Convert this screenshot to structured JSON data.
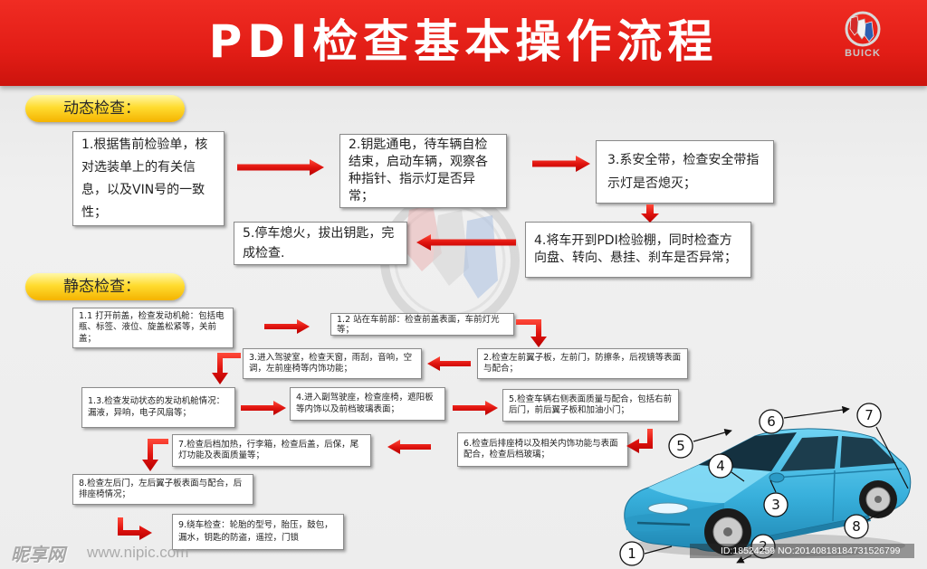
{
  "header": {
    "title": "PDI检查基本操作流程",
    "logo_icon": "buick-logo-icon",
    "logo_text": "BUICK"
  },
  "colors": {
    "header_red": "#e21d16",
    "label_yellow": "#ffd92a",
    "arrow_red": "#e0140f",
    "car_blue": "#3cb4df",
    "box_border": "#8a8a8a",
    "background": "#ececec"
  },
  "dynamic_check": {
    "label": "动态检查：",
    "steps": [
      "1.根据售前检验单，核对选装单上的有关信息，以及VIN号的一致性；",
      "2.钥匙通电，待车辆自检结束，启动车辆，观察各种指针、指示灯是否异常；",
      "3.系安全带，检查安全带指示灯是否熄灭；",
      "4.将车开到PDI检验棚，同时检查方向盘、转向、悬挂、刹车是否异常；",
      "5.停车熄火，拔出钥匙，完成检查."
    ]
  },
  "static_check": {
    "label": "静态检查：",
    "steps": [
      "1.1 打开前盖，检查发动机舱：包括电瓶、标签、液位、旋盖松紧等，关前盖；",
      "1.2 站在车前部：检查前盖表面，车前灯光等；",
      "2.检查左前翼子板，左前门，防擦条，后视镜等表面与配合；",
      "3.进入驾驶室，检查天窗，雨刮，音响，空调，左前座椅等内饰功能；",
      "1.3.检查发动状态的发动机舱情况：漏液，异响，电子风扇等；",
      "4.进入副驾驶座，检查座椅，遮阳板等内饰以及前档玻璃表面；",
      "5.检查车辆右侧表面质量与配合，包括右前后门，前后翼子板和加油小门；",
      "6.检查后排座椅以及相关内饰功能与表面配合，检查后档玻璃；",
      "7.检查后档加热，行李箱，检查后盖，后保，尾灯功能及表面质量等；",
      "8.检查左后门，左后翼子板表面与配合，后排座椅情况；",
      "9.绕车检查：轮胎的型号，胎压，鼓包，漏水，钥匙的防盗，遥控，门锁"
    ]
  },
  "car_callouts": [
    "1",
    "2",
    "3",
    "4",
    "5",
    "6",
    "7",
    "8"
  ],
  "watermark": {
    "brand": "昵享网",
    "url": "www.nipic.com",
    "id_text": "ID:18524259 NO:20140818184731526799"
  }
}
